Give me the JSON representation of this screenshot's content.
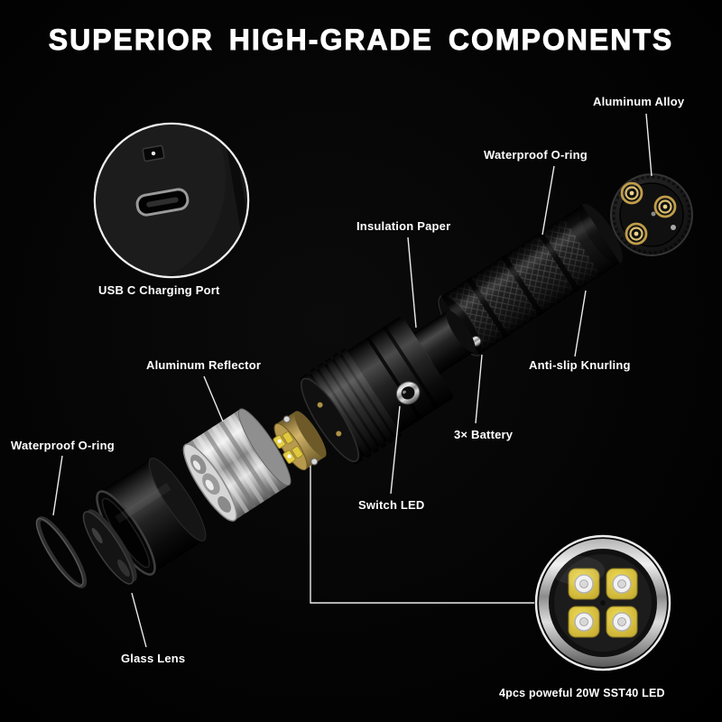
{
  "title": "SUPERIOR HIGH-GRADE COMPONENTS",
  "callouts": {
    "aluminum_alloy": "Aluminum Alloy",
    "waterproof_oring_top": "Waterproof O-ring",
    "insulation_paper": "Insulation Paper",
    "usb_c_port": "USB C Charging Port",
    "anti_slip_knurling": "Anti-slip Knurling",
    "battery": "3× Battery",
    "aluminum_reflector": "Aluminum Reflector",
    "waterproof_oring_left": "Waterproof O-ring",
    "switch_led": "Switch LED",
    "glass_lens": "Glass Lens",
    "led_caption": "4pcs poweful 20W SST40 LED"
  },
  "colors": {
    "background": "#050505",
    "label_text": "#ffffff",
    "leader_line": "#ececec",
    "led_yellow": "#e2cb40",
    "spring_gold": "#bf9d4a",
    "reflector_silver": "#c9c9c9"
  }
}
